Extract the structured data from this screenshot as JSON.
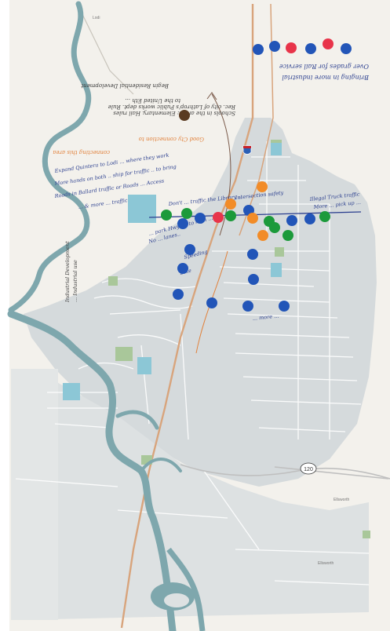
{
  "colors": {
    "paper": "#f3f1ec",
    "city_area": "#d5dadc",
    "river": "#7ea7ad",
    "road_major": "#d8a47c",
    "road_minor": "#ffffff",
    "park": "#a9c79a",
    "water_body": "#8cc7d6",
    "pen_blue": "#2b3f8f",
    "pen_orange": "#e1813b",
    "pen_dark": "#3b3b3b",
    "dot_blue": "#2255b8",
    "dot_red": "#e8344a",
    "dot_green": "#1c9a3b",
    "dot_orange": "#f28c28",
    "dot_brown": "#5a3b22"
  },
  "map": {
    "route_shield": "120",
    "labels": {
      "place_upper_left": "Lodi",
      "place_lower_right": "Ellsworth",
      "place_bottom": "Ellsworth"
    }
  },
  "annotations": {
    "top_right_1": "Over grades for Rail service",
    "top_right_2": "Bringing in more industrial",
    "top_left_1": "Schools in the areas: Elementary. Hail rules",
    "top_left_2": "Rec. city of Lathrop's Public works dept. Rule",
    "top_left_3": "to the United Eth ...",
    "top_left_4": "Begin Residential Development",
    "orange_1": "Good Cty connection to",
    "orange_2": "connecting this area",
    "blue_1": "Expand Quintera to Lodi ... where they work",
    "blue_2": "More hands on both .. ship for traffic .. to bring",
    "blue_3": "Roads in Ballard traffic or Roads ... Access",
    "blue_4": "... & more ... traffic",
    "center_1": "Don't ... traffic the Library ..",
    "center_2": "Illegal Truck traffic",
    "center_3": "Intersection safety",
    "center_4": "More ... pick up ...",
    "center_5": "... park Hwy 99 to high ...",
    "center_6": "No ... lanes..",
    "center_7": "Speeding",
    "center_8": "Bike",
    "center_9": "... more ...",
    "left_vertical_1": "Industrial Development",
    "left_vertical_2": "... Industrial use"
  },
  "dots": [
    {
      "color": "blue",
      "label": "blue-dot"
    },
    {
      "color": "blue",
      "label": "blue-dot"
    },
    {
      "color": "red",
      "label": "red-dot"
    },
    {
      "color": "blue",
      "label": "blue-dot"
    },
    {
      "color": "red",
      "label": "red-dot"
    },
    {
      "color": "blue",
      "label": "blue-dot"
    },
    {
      "color": "brown",
      "label": "brown-dot"
    },
    {
      "color": "orange",
      "label": "orange-dot"
    },
    {
      "color": "green",
      "label": "green-dot"
    },
    {
      "color": "green",
      "label": "green-dot"
    },
    {
      "color": "blue",
      "label": "blue-dot"
    },
    {
      "color": "red",
      "label": "red-dot"
    },
    {
      "color": "orange",
      "label": "orange-dot"
    },
    {
      "color": "green",
      "label": "green-dot"
    },
    {
      "color": "blue",
      "label": "blue-dot"
    },
    {
      "color": "orange",
      "label": "orange-dot"
    },
    {
      "color": "green",
      "label": "green-dot"
    },
    {
      "color": "green",
      "label": "green-dot"
    },
    {
      "color": "blue",
      "label": "blue-dot"
    },
    {
      "color": "green",
      "label": "green-dot"
    },
    {
      "color": "blue",
      "label": "blue-dot"
    },
    {
      "color": "blue",
      "label": "blue-dot"
    },
    {
      "color": "orange",
      "label": "orange-dot"
    },
    {
      "color": "green",
      "label": "green-dot"
    },
    {
      "color": "blue",
      "label": "blue-dot"
    },
    {
      "color": "blue",
      "label": "blue-dot"
    },
    {
      "color": "blue",
      "label": "blue-dot"
    },
    {
      "color": "blue",
      "label": "blue-dot"
    },
    {
      "color": "blue",
      "label": "blue-dot"
    },
    {
      "color": "blue",
      "label": "blue-dot"
    },
    {
      "color": "blue",
      "label": "blue-dot"
    },
    {
      "color": "blue",
      "label": "blue-dot"
    }
  ]
}
